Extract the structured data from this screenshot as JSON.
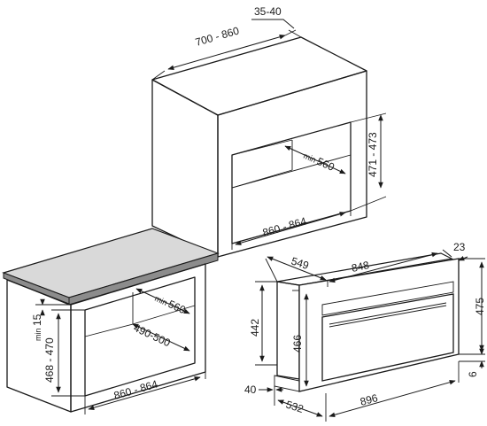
{
  "dimensions": {
    "column_depth_gap": "35-40",
    "column_width": "700 - 860",
    "column_cavity_depth_min": "560",
    "column_cavity_height": "471 - 473",
    "column_cavity_width": "860 - 864",
    "base_height_min": "15",
    "base_cavity_height": "468 - 470",
    "base_cavity_depth_min": "560",
    "base_cavity_inner_depth": "490-500",
    "base_cavity_width": "860 - 864",
    "oven_depth": "549",
    "oven_width_top": "848",
    "oven_top_offset": "23",
    "oven_height_right": "475",
    "oven_height_left": "442",
    "oven_front_height": "466",
    "oven_bottom_offset": "6",
    "oven_front_offset": "40",
    "oven_total_depth": "532",
    "oven_front_width": "896",
    "min_prefix": "min"
  }
}
